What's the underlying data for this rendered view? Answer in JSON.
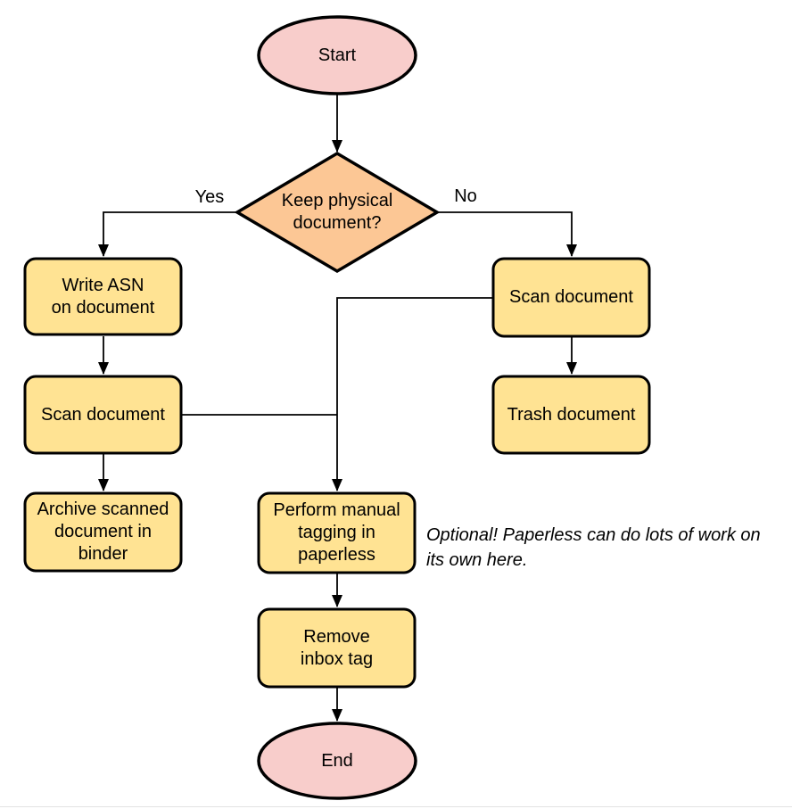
{
  "diagram": {
    "nodes": {
      "start": {
        "label": "Start",
        "type": "terminal"
      },
      "decision": {
        "label": "Keep physical\ndocument?",
        "type": "decision"
      },
      "write_asn": {
        "label": "Write ASN\non document",
        "type": "process"
      },
      "scan_left": {
        "label": "Scan document",
        "type": "process"
      },
      "archive": {
        "label": "Archive scanned\ndocument in\nbinder",
        "type": "process"
      },
      "scan_right": {
        "label": "Scan document",
        "type": "process"
      },
      "trash": {
        "label": "Trash document",
        "type": "process"
      },
      "tagging": {
        "label": "Perform manual\ntagging in\npaperless",
        "type": "process"
      },
      "remove_inbox": {
        "label": "Remove\ninbox tag",
        "type": "process"
      },
      "end": {
        "label": "End",
        "type": "terminal"
      }
    },
    "edge_labels": {
      "yes": "Yes",
      "no": "No"
    },
    "note": "Optional! Paperless can do lots of work on\nits own here.",
    "colors": {
      "terminal_fill": "#F8CDCB",
      "decision_fill": "#FCC795",
      "process_fill": "#FFE393",
      "stroke": "#000000"
    }
  }
}
